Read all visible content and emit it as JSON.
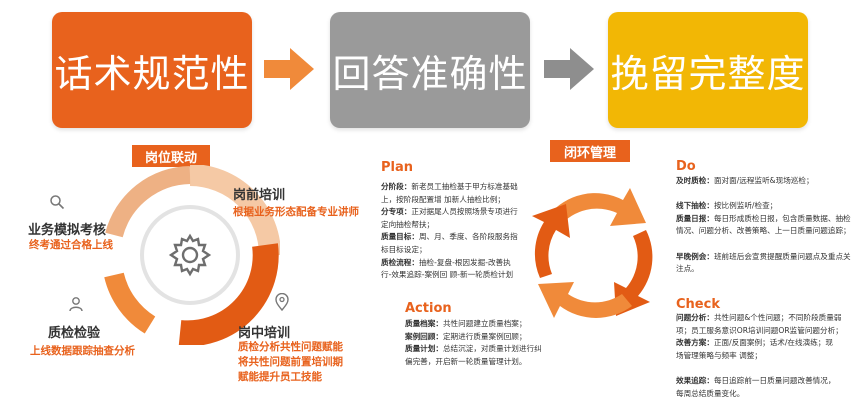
{
  "headers": [
    {
      "label": "话术规范性",
      "color": "#e8621d"
    },
    {
      "label": "回答准确性",
      "color": "#9a9a9a"
    },
    {
      "label": "挽留完整度",
      "color": "#f2b705"
    }
  ],
  "tags": {
    "left": "岗位联动",
    "right": "闭环管理"
  },
  "left": {
    "sim": {
      "title": "业务模拟考核",
      "sub": "终考通过合格上线"
    },
    "pre": {
      "title": "岗前培训",
      "sub": "根据业务形态配备专业讲师"
    },
    "qc": {
      "title": "质检检验",
      "sub": "上线数据跟踪抽查分析"
    },
    "mid": {
      "title": "岗中培训",
      "sub1": "质检分析共性问题赋能",
      "sub2": "将共性问题前置培训期",
      "sub3": "赋能提升员工技能"
    }
  },
  "plan": {
    "title": "Plan",
    "rows": [
      {
        "k": "分阶段：",
        "v": "新老员工抽检基于甲方标准基础"
      },
      {
        "k": "",
        "v": "上，按阶段配置增 加新人抽检比例；"
      },
      {
        "k": "分专项：",
        "v": "正对据尾人员按照场景专项进行"
      },
      {
        "k": "",
        "v": "定向抽检帮扶；"
      },
      {
        "k": "质量目标：",
        "v": "周、月、季度、各阶段服务指"
      },
      {
        "k": "",
        "v": "标目标设定；"
      },
      {
        "k": "质检流程：",
        "v": "抽检-复盘-根因发掘-改善执"
      },
      {
        "k": "",
        "v": "行-效果追踪-案例回 顾-新一轮质检计划"
      }
    ]
  },
  "do": {
    "title": "Do",
    "rows": [
      {
        "k": "及时质检：",
        "v": "面对面/远程监听&现场巡检；"
      },
      {
        "k": "",
        "v": ""
      },
      {
        "k": "线下抽检：",
        "v": "按比例监听/检查；"
      },
      {
        "k": "质量日报：",
        "v": "每日形成质检日报，包含质量数据、抽检"
      },
      {
        "k": "",
        "v": "情况、问题分析、改善策略、上一日质量问题追踪；"
      },
      {
        "k": "",
        "v": ""
      },
      {
        "k": "早晚例会：",
        "v": "班前班后会宣贯提醒质量问题点及重点关"
      },
      {
        "k": "",
        "v": "注点。"
      }
    ]
  },
  "action": {
    "title": "Action",
    "rows": [
      {
        "k": "质量档案：",
        "v": "共性问题建立质量档案；"
      },
      {
        "k": "案例回顾：",
        "v": "定期进行质量案例回顾；"
      },
      {
        "k": "质量计划：",
        "v": "总结沉淀，对质量计划进行纠"
      },
      {
        "k": "",
        "v": "偏完善，开启新一轮质量管理计划。"
      }
    ]
  },
  "check": {
    "title": "Check",
    "rows": [
      {
        "k": "问题分析：",
        "v": "共性问题&个性问题；不同阶段质量弱"
      },
      {
        "k": "",
        "v": "项；员工服务意识OR培训问题OR监管问题分析；"
      },
      {
        "k": "改善方案：",
        "v": "正面/反面案例；话术/在线演练；现"
      },
      {
        "k": "",
        "v": "场管理策略与频率 调整；"
      },
      {
        "k": "",
        "v": ""
      },
      {
        "k": "效果追踪：",
        "v": "每日追踪前一日质量问题改善情况，"
      },
      {
        "k": "",
        "v": "每周总结质量变化。"
      }
    ]
  }
}
